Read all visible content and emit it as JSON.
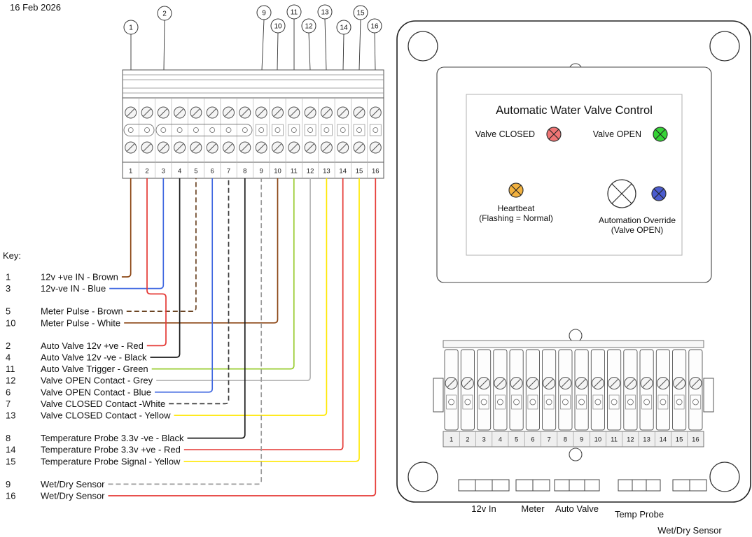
{
  "date": "16 Feb 2026",
  "key": {
    "title": "Key:",
    "groups": [
      [
        {
          "terminal": "1",
          "label": "12v +ve IN - Brown",
          "color": "#8B4513",
          "dashed": false
        },
        {
          "terminal": "3",
          "label": "12v-ve IN - Blue",
          "color": "#4169E1",
          "dashed": false
        }
      ],
      [
        {
          "terminal": "5",
          "label": "Meter Pulse - Brown",
          "color": "#6b4423",
          "dashed": true
        },
        {
          "terminal": "10",
          "label": "Meter Pulse - White",
          "color": "#8B4513",
          "dashed": false
        }
      ],
      [
        {
          "terminal": "2",
          "label": "Auto Valve 12v +ve - Red",
          "color": "#e53935",
          "dashed": false
        },
        {
          "terminal": "4",
          "label": "Auto Valve 12v -ve - Black",
          "color": "#1a1a1a",
          "dashed": false
        },
        {
          "terminal": "11",
          "label": "Auto Valve Trigger - Green",
          "color": "#9ACD32",
          "dashed": false
        },
        {
          "terminal": "12",
          "label": "Valve OPEN Contact - Grey",
          "color": "#b5b5b5",
          "dashed": false
        },
        {
          "terminal": "6",
          "label": "Valve OPEN Contact - Blue",
          "color": "#4169E1",
          "dashed": false
        },
        {
          "terminal": "7",
          "label": "Valve CLOSED Contact -White",
          "color": "#3a3a3a",
          "dashed": true
        },
        {
          "terminal": "13",
          "label": "Valve CLOSED Contact - Yellow",
          "color": "#ffe800",
          "dashed": false
        }
      ],
      [
        {
          "terminal": "8",
          "label": "Temperature Probe 3.3v -ve - Black",
          "color": "#1a1a1a",
          "dashed": false
        },
        {
          "terminal": "14",
          "label": "Temperature Probe 3.3v +ve - Red",
          "color": "#e53935",
          "dashed": false
        },
        {
          "terminal": "15",
          "label": "Temperature Probe Signal - Yellow",
          "color": "#ffe800",
          "dashed": false
        }
      ],
      [
        {
          "terminal": "9",
          "label": "Wet/Dry Sensor",
          "color": "#9a9a9a",
          "dashed": true
        },
        {
          "terminal": "16",
          "label": "Wet/Dry Sensor",
          "color": "#e53935",
          "dashed": false
        }
      ]
    ]
  },
  "callouts": [
    "1",
    "2",
    "9",
    "10",
    "11",
    "12",
    "13",
    "14",
    "15",
    "16"
  ],
  "terminal_numbers": [
    "1",
    "2",
    "3",
    "4",
    "5",
    "6",
    "7",
    "8",
    "9",
    "10",
    "11",
    "12",
    "13",
    "14",
    "15",
    "16"
  ],
  "panel": {
    "title": "Automatic Water Valve Control",
    "leds": [
      {
        "label": "Valve CLOSED",
        "color": "#f07575"
      },
      {
        "label": "Valve OPEN",
        "color": "#35d435"
      },
      {
        "label": "Heartbeat",
        "sublabel": "(Flashing = Normal)",
        "color": "#f3b23f"
      },
      {
        "label": "Automation Override",
        "sublabel": "(Valve OPEN)",
        "color": "#4b5cd0"
      }
    ]
  },
  "bottom_labels": [
    "12v In",
    "Meter",
    "Auto Valve",
    "Temp Probe",
    "Wet/Dry Sensor"
  ]
}
